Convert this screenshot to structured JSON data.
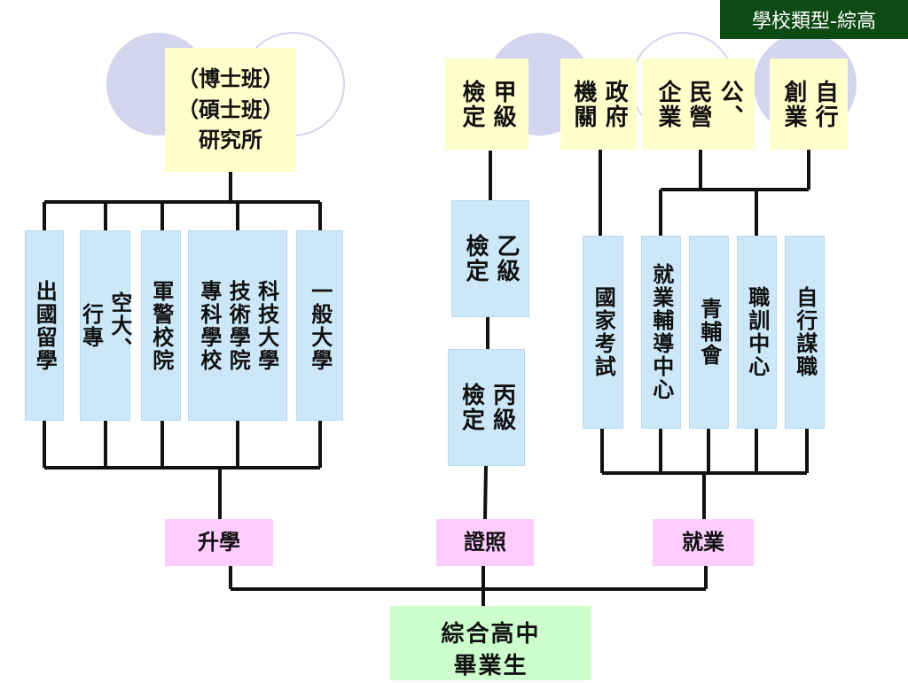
{
  "header": {
    "title": "學校類型-綜高"
  },
  "nodes": {
    "graduate": "（博士班）\n（碩士班）\n研究所",
    "exam_a": "甲級\n檢定",
    "government": "政府\n機關",
    "enterprise": "公、\n民營\n企業",
    "self_start": "自行\n創業",
    "exam_b": "乙級\n檢定",
    "exam_c": "丙級\n檢定",
    "study_abroad": "出國留學",
    "open_univ": "空大、\n行專",
    "police_mil": "軍警校院",
    "tech": "科技大學\n技術學院\n專科學校",
    "general_univ": "一般大學",
    "national_exam": "國家考試",
    "employment_center": "就業輔導中心",
    "youth_counsel": "青輔會",
    "training_center": "職訓中心",
    "self_job": "自行謀職",
    "further_study": "升學",
    "certificate": "證照",
    "employment": "就業",
    "root": "綜合高中\n畢業生"
  }
}
